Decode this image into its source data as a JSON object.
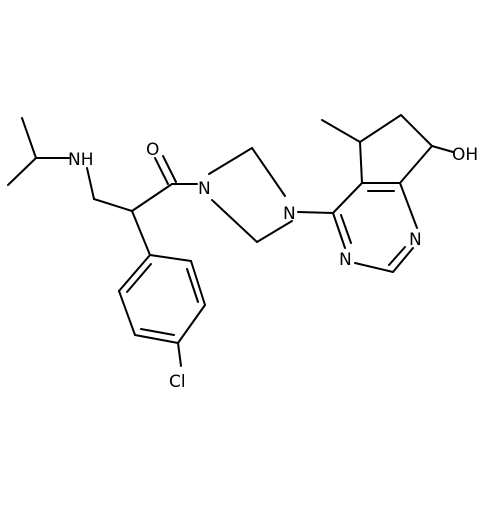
{
  "molecule": {
    "atoms": {
      "amine_nh": "NH",
      "carbonyl_o": "O",
      "piperazine_n1": "N",
      "piperazine_n2": "N",
      "hydroxyl": "OH",
      "pyrimidine_n3": "N",
      "pyrimidine_n1": "N",
      "chlorine": "Cl"
    },
    "colors": {
      "bond": "#000000",
      "label": "#000000",
      "background": "#ffffff"
    }
  }
}
